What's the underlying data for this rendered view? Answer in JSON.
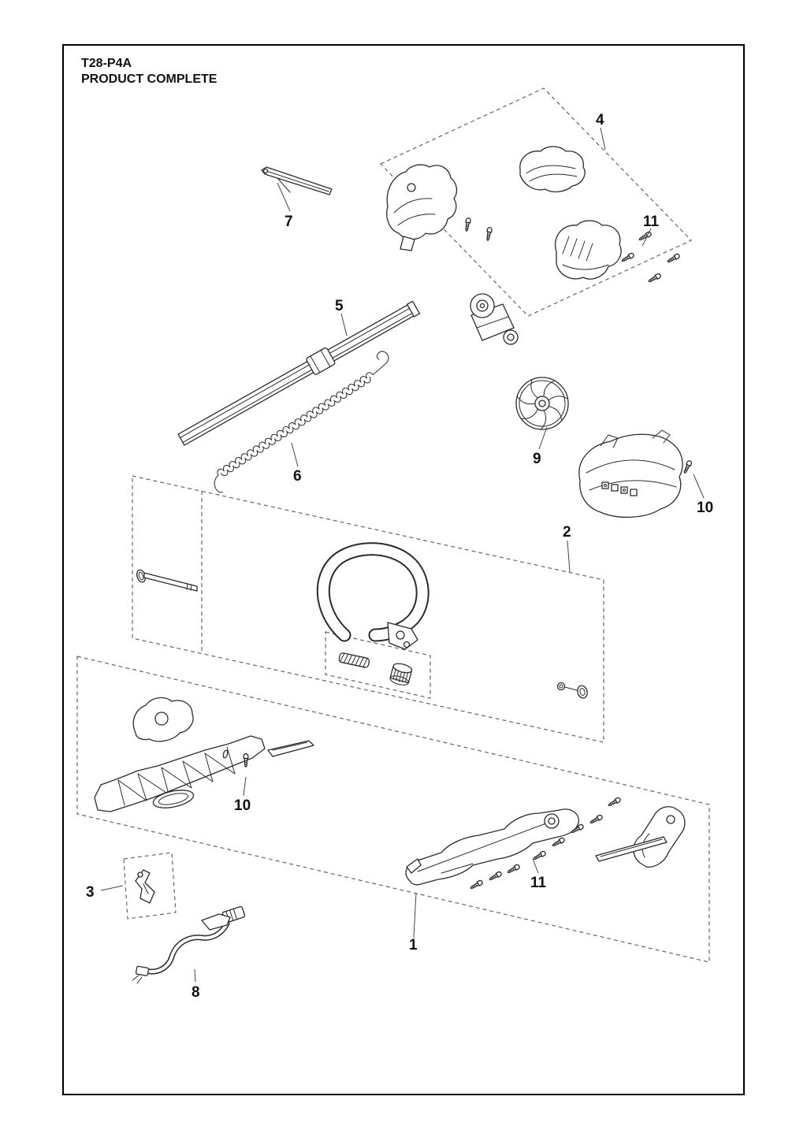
{
  "page": {
    "title": "T28-P4A",
    "subtitle": "PRODUCT COMPLETE"
  },
  "callouts": {
    "c1": "1",
    "c2": "2",
    "c3": "3",
    "c4": "4",
    "c5": "5",
    "c6": "6",
    "c7": "7",
    "c8": "8",
    "c9": "9",
    "c10a": "10",
    "c10b": "10",
    "c11a": "11",
    "c11b": "11"
  }
}
